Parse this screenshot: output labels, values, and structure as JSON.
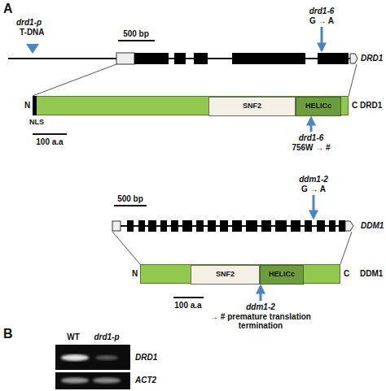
{
  "diagram": {
    "nodes": [
      {
        "text": [
          "DRD1"
        ]
      },
      {
        "text": [
          "SNF2"
        ],
        "in": 0
      },
      {
        "text": [
          "HELICc"
        ],
        "in": 0
      },
      {
        "text": [
          "DDM1"
        ]
      },
      {
        "text": [
          "SNF2"
        ],
        "in": 3
      },
      {
        "text": [
          "HELICc"
        ],
        "in": 3
      }
    ],
    "labels": [
      "A",
      "drd1-p",
      "T-DNA",
      "500 bp",
      "drd1-6",
      "G → A",
      "DRD1",
      "N",
      "C",
      "NLS",
      "100 a.a",
      "drd1-6",
      "756W → #",
      "500 bp",
      "ddm1-2",
      "G → A",
      "DDM1",
      "N",
      "C",
      "100 a.a",
      "ddm1-2",
      "→ # premature translation termination",
      "B",
      "WT",
      "drd1-p",
      "DRD1",
      "ACT2"
    ]
  }
}
